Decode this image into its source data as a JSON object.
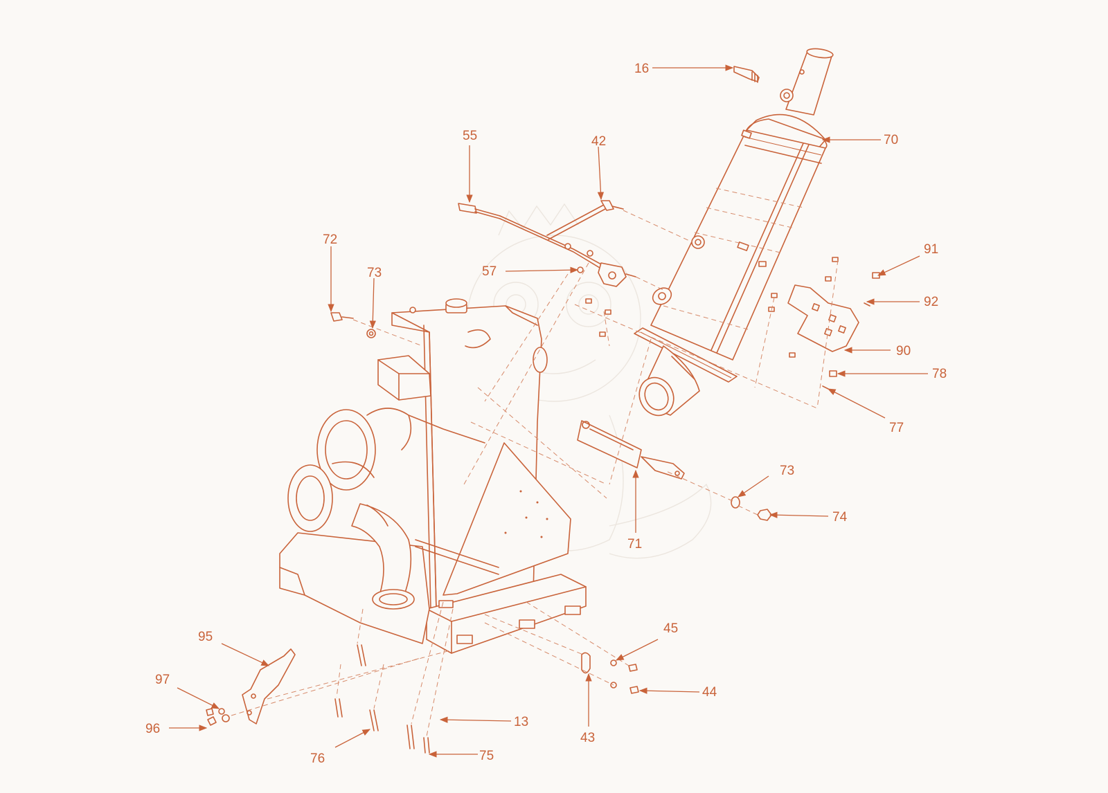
{
  "diagram": {
    "colors": {
      "line": "#c9633a",
      "background": "#fbf9f6",
      "leader": "#c9633a"
    },
    "callouts": [
      {
        "id": "16",
        "label": "16"
      },
      {
        "id": "70",
        "label": "70"
      },
      {
        "id": "55",
        "label": "55"
      },
      {
        "id": "42",
        "label": "42"
      },
      {
        "id": "72",
        "label": "72"
      },
      {
        "id": "73a",
        "label": "73"
      },
      {
        "id": "57",
        "label": "57"
      },
      {
        "id": "91",
        "label": "91"
      },
      {
        "id": "92",
        "label": "92"
      },
      {
        "id": "90",
        "label": "90"
      },
      {
        "id": "78",
        "label": "78"
      },
      {
        "id": "77",
        "label": "77"
      },
      {
        "id": "73b",
        "label": "73"
      },
      {
        "id": "74",
        "label": "74"
      },
      {
        "id": "71",
        "label": "71"
      },
      {
        "id": "95",
        "label": "95"
      },
      {
        "id": "45",
        "label": "45"
      },
      {
        "id": "97",
        "label": "97"
      },
      {
        "id": "44",
        "label": "44"
      },
      {
        "id": "96",
        "label": "96"
      },
      {
        "id": "13",
        "label": "13"
      },
      {
        "id": "43",
        "label": "43"
      },
      {
        "id": "76",
        "label": "76"
      },
      {
        "id": "75",
        "label": "75"
      }
    ]
  }
}
